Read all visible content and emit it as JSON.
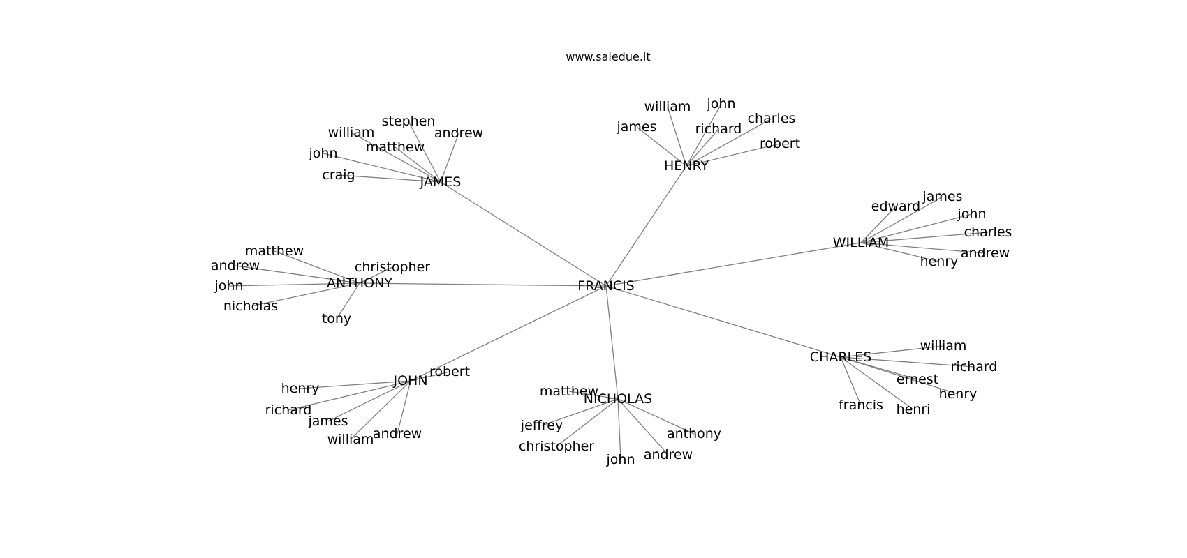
{
  "page": {
    "title": "www.saiedue.it"
  },
  "graph": {
    "root": {
      "label": "FRANCIS"
    },
    "groups": [
      {
        "hub": "JAMES",
        "leaves": [
          "stephen",
          "william",
          "andrew",
          "matthew",
          "john",
          "craig"
        ]
      },
      {
        "hub": "HENRY",
        "leaves": [
          "william",
          "john",
          "james",
          "richard",
          "charles",
          "robert"
        ]
      },
      {
        "hub": "WILLIAM",
        "leaves": [
          "edward",
          "james",
          "john",
          "charles",
          "andrew",
          "henry"
        ]
      },
      {
        "hub": "ANTHONY",
        "leaves": [
          "matthew",
          "andrew",
          "christopher",
          "john",
          "nicholas",
          "tony"
        ]
      },
      {
        "hub": "CHARLES",
        "leaves": [
          "william",
          "richard",
          "ernest",
          "henry",
          "francis",
          "henri"
        ]
      },
      {
        "hub": "JOHN",
        "leaves": [
          "robert",
          "henry",
          "richard",
          "james",
          "william",
          "andrew"
        ]
      },
      {
        "hub": "NICHOLAS",
        "leaves": [
          "matthew",
          "jeffrey",
          "christopher",
          "john",
          "andrew",
          "anthony"
        ]
      }
    ]
  },
  "colors": {
    "edge": "#808080",
    "text": "#000000",
    "background": "#ffffff"
  }
}
